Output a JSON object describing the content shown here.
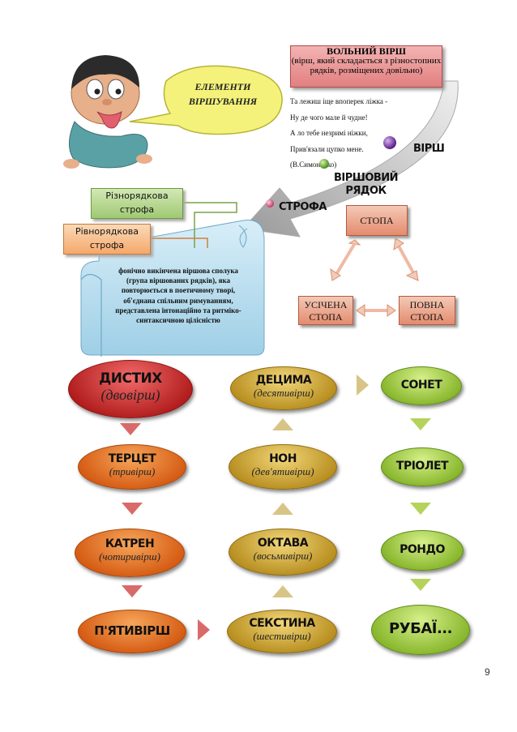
{
  "free_verse": {
    "title": "ВОЛЬНИЙ ВІРШ",
    "desc": "(вірш, який складається з різностопних рядків, розміщених довільно)"
  },
  "bubble": {
    "line1": "ЕЛЕМЕНТИ",
    "line2": "ВІРШУВАННЯ"
  },
  "poem": [
    "Та лежиш іще впоперек ліжка -",
    "Ну де чого мале й чудне!",
    "А ло тебе незримі ніжки,",
    "Прив'язали цупко мене.",
    "(В.Симоненко)"
  ],
  "labels": {
    "virsh": "ВІРШ",
    "virsh_ryadok_1": "ВІРШОВИЙ",
    "virsh_ryadok_2": "РЯДОК",
    "strofa": "СТРОФА",
    "stopa": "СТОПА",
    "usichena_1": "УСІЧЕНА",
    "usichena_2": "СТОПА",
    "povna_1": "ПОВНА",
    "povna_2": "СТОПА",
    "riznoryadkova_1": "Різнорядкова",
    "riznoryadkova_2": "строфа",
    "rivnoryadkova_1": "Рівнорядкова",
    "rivnoryadkova_2": "строфа"
  },
  "strofa_definition": "фонічно викінчена віршова сполука (група віршованих рядків), яка повторюється в поетичному творі, об'єднана спільним римуванням, представлена інтонаційно та ритміко-синтаксичною цілісністю",
  "forms": {
    "dystykh": {
      "name": "ДИСТИХ",
      "sub": "(двовірш)"
    },
    "tertset": {
      "name": "ТЕРЦЕТ",
      "sub": "(тривірш)"
    },
    "katren": {
      "name": "КАТРЕН",
      "sub": "(чотиривірш)"
    },
    "pyatyvirsh": {
      "name": "П'ЯТИВІРШ"
    },
    "sekstyna": {
      "name": "СЕКСТИНА",
      "sub": "(шестивірш)"
    },
    "oktava": {
      "name": "ОКТАВА",
      "sub": "(восьмивірш)"
    },
    "non": {
      "name": "НОН",
      "sub": "(дев'ятивірш)"
    },
    "detsyma": {
      "name": "ДЕЦИМА",
      "sub": "(десятивірш)"
    },
    "sonet": {
      "name": "СОНЕТ"
    },
    "triolet": {
      "name": "ТРІОЛЕТ"
    },
    "rondo": {
      "name": "РОНДО"
    },
    "rubai": {
      "name": "РУБАЇ..."
    }
  },
  "page_number": "9",
  "colors": {
    "red": "#c42a2a",
    "orange": "#e06b1c",
    "olive": "#c79f2a",
    "lime": "#9bc43a",
    "scroll": "#bfe0f0",
    "arrow": "#c9c9c9"
  }
}
